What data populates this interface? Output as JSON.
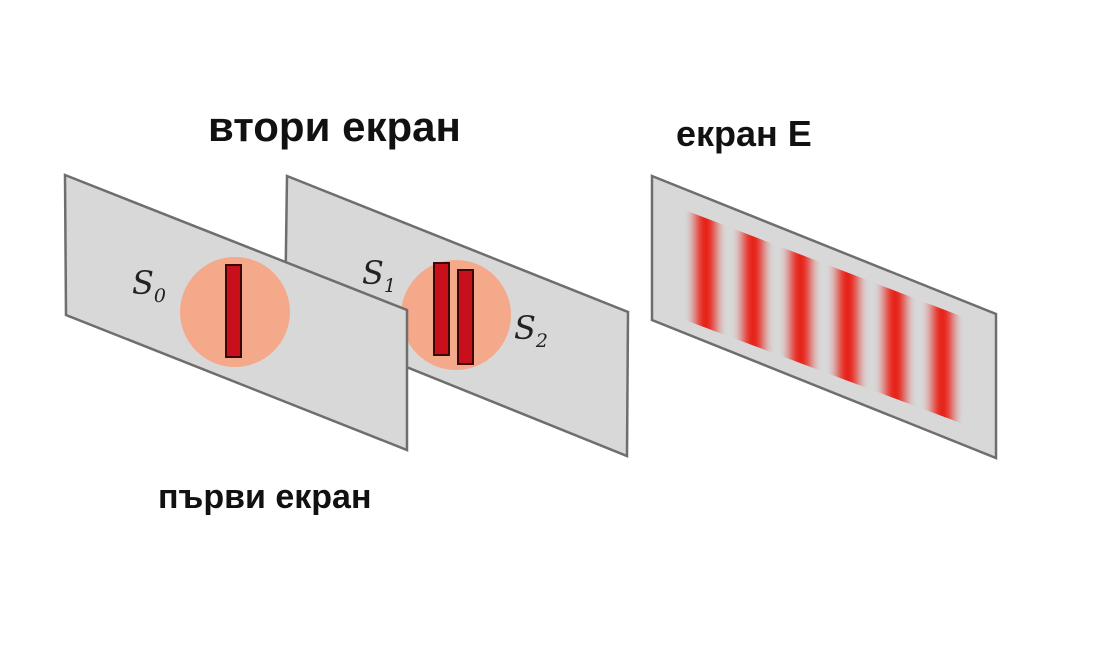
{
  "labels": {
    "second_screen": "втори екран",
    "screen_e": "екран E",
    "first_screen": "първи екран"
  },
  "slits": {
    "s0": {
      "letter": "S",
      "index": "0"
    },
    "s1": {
      "letter": "S",
      "index": "1"
    },
    "s2": {
      "letter": "S",
      "index": "2"
    }
  },
  "fringes": {
    "bright_count": 6
  },
  "colors": {
    "panel_fill": "#d8d8d8",
    "panel_edge": "#6e6e6e",
    "spot": "#f4a98a",
    "slit_fill": "#c8101c",
    "slit_edge": "#3a0a0a",
    "fringe": "#e81a10"
  }
}
